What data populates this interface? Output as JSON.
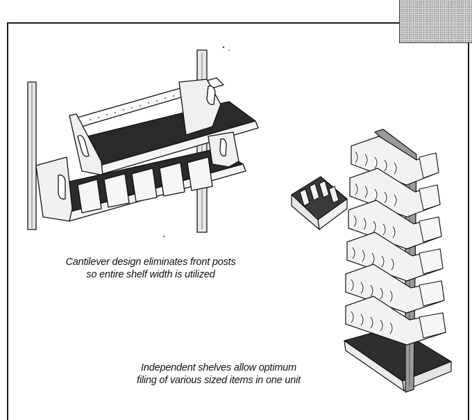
{
  "captions": {
    "cantilever": {
      "line1": "Cantilever design eliminates front posts",
      "line2": "so entire shelf width is utilized"
    },
    "independent": {
      "line1": "Independent shelves allow optimum",
      "line2": "filing of various sized items in one unit"
    }
  },
  "illustrations": {
    "cantilever_shelf": "wall-mounted-cantilever-shelving-illustration",
    "tower_rack": "double-sided-tower-shelving-illustration",
    "loose_bin": "divided-bin-tray-illustration"
  },
  "colors": {
    "ink": "#111111",
    "shelf_face": "#f2f2f0",
    "shelf_dark": "#2a2a2a",
    "paper": "#ffffff"
  }
}
